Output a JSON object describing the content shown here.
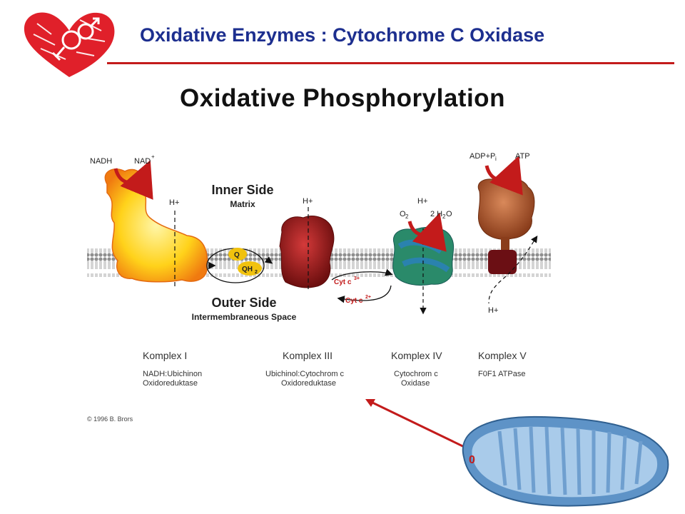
{
  "header": {
    "title": "Oxidative Enzymes : Cytochrome C Oxidase"
  },
  "main_title": "Oxidative Phosphorylation",
  "sides": {
    "inner": {
      "title": "Inner Side",
      "sub": "Matrix"
    },
    "outer": {
      "title": "Outer Side",
      "sub": "Intermembraneous Space"
    }
  },
  "diagram_labels": {
    "nadh": "NADH",
    "nad": "NAD",
    "nad_sup": "+",
    "hplus": "H+",
    "q": "Q",
    "qh2": "QH",
    "qh2_sub": "2",
    "cyt3": "Cyt c",
    "cyt3_sup": "3+",
    "cyt2": "Cyt c",
    "cyt2_sup": "2+",
    "o2": "O",
    "o2_sub": "2",
    "h2o_pre": "2 H",
    "h2o_sub": "2",
    "h2o_post": "O",
    "adp": "ADP+P",
    "adp_sub": "i",
    "atp": "ATP"
  },
  "complexes": [
    {
      "name": "Komplex I",
      "desc1": "NADH:Ubichinon",
      "desc2": "Oxidoreduktase"
    },
    {
      "name": "Komplex III",
      "desc1": "Ubichinol:Cytochrom c",
      "desc2": "Oxidoreduktase"
    },
    {
      "name": "Komplex IV",
      "desc1": "Cytochrom c",
      "desc2": "Oxidase"
    },
    {
      "name": "Komplex V",
      "desc1": "F0F1 ATPase",
      "desc2": ""
    }
  ],
  "credit": "© 1996 B. Brors",
  "mito_label": "0",
  "colors": {
    "title_blue": "#1d2f8f",
    "accent_red": "#c31b1b",
    "membrane": "#9a9a9a"
  }
}
